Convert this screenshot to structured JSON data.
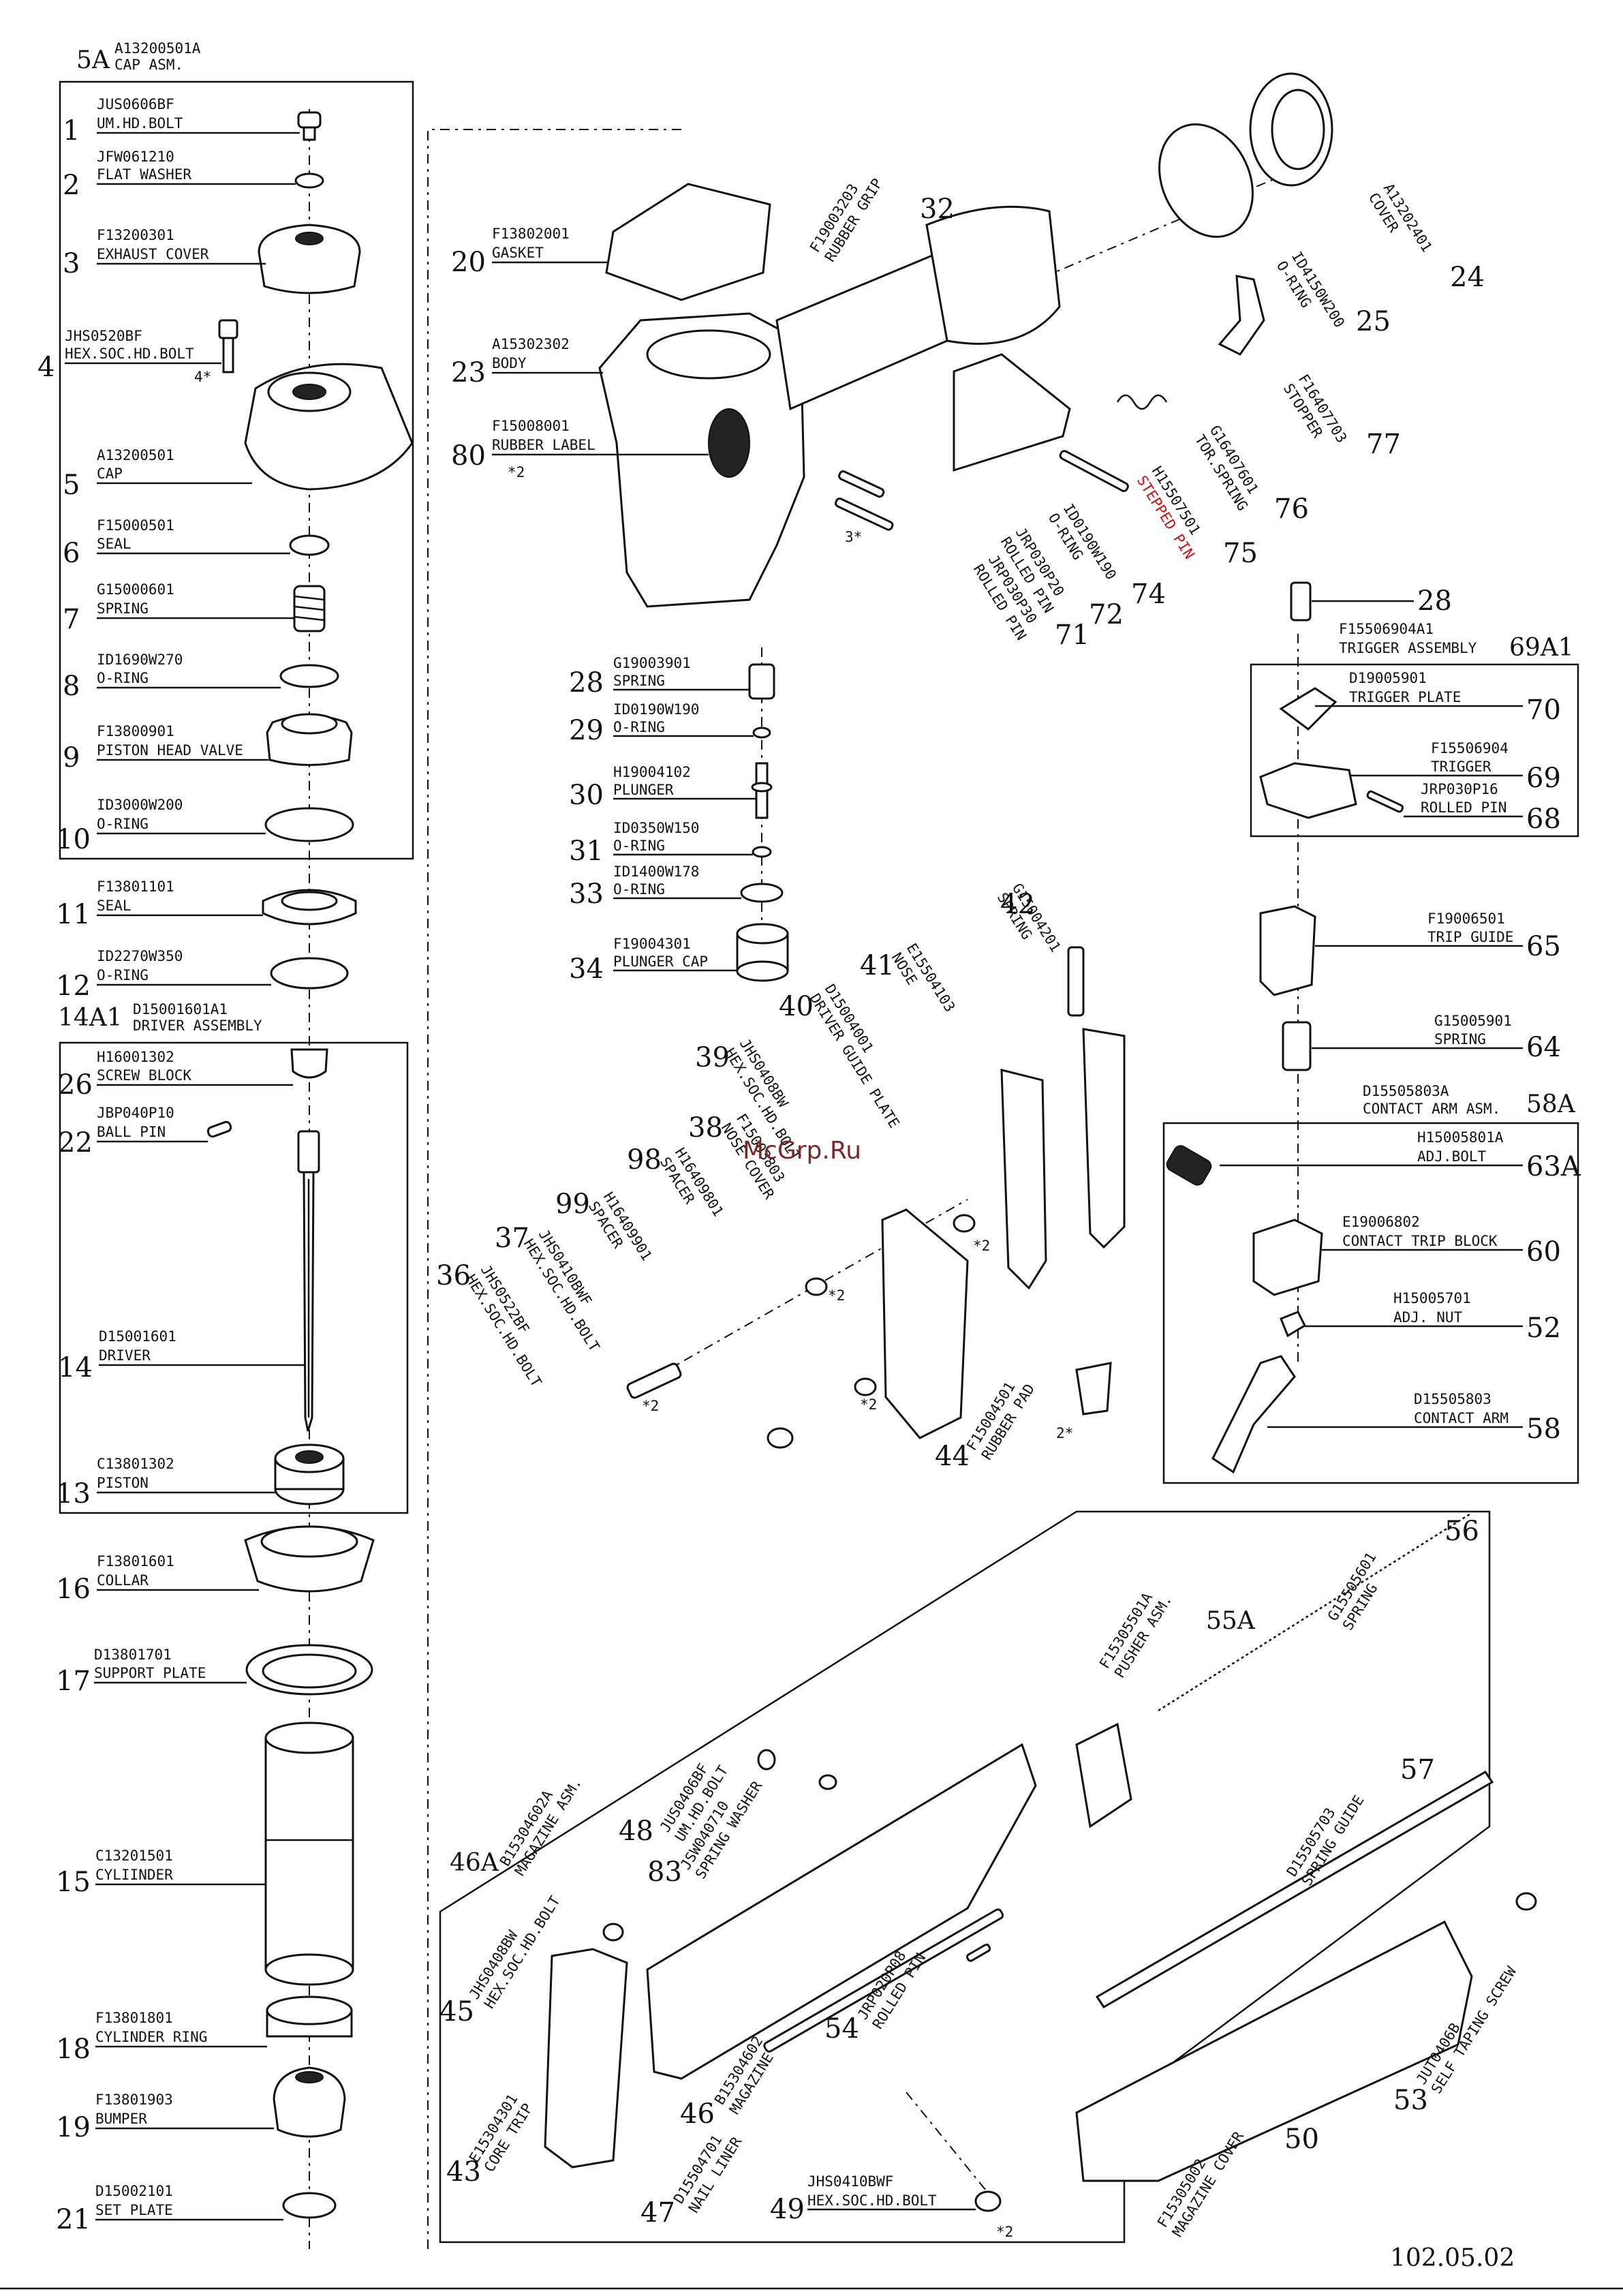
{
  "sheet": {
    "date": "102.05.02",
    "watermark": "McGrp.Ru"
  },
  "assemblies": {
    "cap": {
      "num": "5A",
      "code": "A13200501A",
      "name": "CAP ASM."
    },
    "driver": {
      "num": "14A1",
      "code": "D15001601A1",
      "name": "DRIVER ASSEMBLY"
    },
    "trigger": {
      "num": "69A1",
      "code": "F15506904A1",
      "name": "TRIGGER ASSEMBLY"
    },
    "contact_arm": {
      "num": "58A",
      "code": "D15505803A",
      "name": "CONTACT ARM ASM."
    },
    "pusher": {
      "num": "55A",
      "code": "F15305501A",
      "name": "PUSHER ASM."
    },
    "magazine": {
      "num": "46A",
      "code": "B15304602A",
      "name": "MAGAZINE ASM."
    }
  },
  "parts": [
    {
      "num": "1",
      "code": "JUS0606BF",
      "name": "UM.HD.BOLT"
    },
    {
      "num": "2",
      "code": "JFW061210",
      "name": "FLAT WASHER"
    },
    {
      "num": "3",
      "code": "F13200301",
      "name": "EXHAUST COVER"
    },
    {
      "num": "4",
      "code": "JHS0520BF",
      "name": "HEX.SOC.HD.BOLT",
      "qty": "4*"
    },
    {
      "num": "5",
      "code": "A13200501",
      "name": "CAP"
    },
    {
      "num": "6",
      "code": "F15000501",
      "name": "SEAL"
    },
    {
      "num": "7",
      "code": "G15000601",
      "name": "SPRING"
    },
    {
      "num": "8",
      "code": "ID1690W270",
      "name": "O-RING"
    },
    {
      "num": "9",
      "code": "F13800901",
      "name": "PISTON HEAD VALVE"
    },
    {
      "num": "10",
      "code": "ID3000W200",
      "name": "O-RING"
    },
    {
      "num": "11",
      "code": "F13801101",
      "name": "SEAL"
    },
    {
      "num": "12",
      "code": "ID2270W350",
      "name": "O-RING"
    },
    {
      "num": "26",
      "code": "H16001302",
      "name": "SCREW BLOCK"
    },
    {
      "num": "22",
      "code": "JBP040P10",
      "name": "BALL PIN"
    },
    {
      "num": "14",
      "code": "D15001601",
      "name": "DRIVER"
    },
    {
      "num": "13",
      "code": "C13801302",
      "name": "PISTON"
    },
    {
      "num": "16",
      "code": "F13801601",
      "name": "COLLAR"
    },
    {
      "num": "17",
      "code": "D13801701",
      "name": "SUPPORT PLATE"
    },
    {
      "num": "15",
      "code": "C13201501",
      "name": "CYLIINDER"
    },
    {
      "num": "18",
      "code": "F13801801",
      "name": "CYLINDER RING"
    },
    {
      "num": "19",
      "code": "F13801903",
      "name": "BUMPER"
    },
    {
      "num": "21",
      "code": "D15002101",
      "name": "SET PLATE"
    },
    {
      "num": "20",
      "code": "F13802001",
      "name": "GASKET"
    },
    {
      "num": "23",
      "code": "A15302302",
      "name": "BODY"
    },
    {
      "num": "80",
      "code": "F15008001",
      "name": "RUBBER LABEL",
      "qty": "*2"
    },
    {
      "num": "32",
      "code": "F19003203",
      "name": "RUBBER GRIP"
    },
    {
      "num": "24",
      "code": "A13202401",
      "name": "COVER"
    },
    {
      "num": "25",
      "code": "ID4150W200",
      "name": "O-RING"
    },
    {
      "num": "77",
      "code": "F16407703",
      "name": "STOPPER"
    },
    {
      "num": "76",
      "code": "G16407601",
      "name": "TOR.SPRING"
    },
    {
      "num": "75",
      "code": "H15507501",
      "name": "STEPPED PIN"
    },
    {
      "num": "74",
      "code": "ID0190W190",
      "name": "O-RING"
    },
    {
      "num": "72",
      "code": "JRP030P20",
      "name": "ROLLED PIN"
    },
    {
      "num": "71",
      "code": "JRP030P30",
      "name": "ROLLED PIN"
    },
    {
      "num": "28",
      "code": "G19003901",
      "name": "SPRING"
    },
    {
      "num": "29",
      "code": "ID0190W190",
      "name": "O-RING"
    },
    {
      "num": "30",
      "code": "H19004102",
      "name": "PLUNGER"
    },
    {
      "num": "31",
      "code": "ID0350W150",
      "name": "O-RING"
    },
    {
      "num": "33",
      "code": "ID1400W178",
      "name": "O-RING"
    },
    {
      "num": "34",
      "code": "F19004301",
      "name": "PLUNGER CAP"
    },
    {
      "num": "42",
      "code": "G15004201",
      "name": "SPRING"
    },
    {
      "num": "41",
      "code": "E15504103",
      "name": "NOSE"
    },
    {
      "num": "40",
      "code": "D15004001",
      "name": "DRIVER GUIDE PLATE"
    },
    {
      "num": "39",
      "code": "JHS0408BW",
      "name": "HEX.SOC.HD.BOLT"
    },
    {
      "num": "38",
      "code": "F15003803",
      "name": "NOSE COVER"
    },
    {
      "num": "98",
      "code": "H16409801",
      "name": "SPACER"
    },
    {
      "num": "99",
      "code": "H16409901",
      "name": "SPACER"
    },
    {
      "num": "37",
      "code": "JHS0410BWF",
      "name": "HEX.SOC.HD.BOLT"
    },
    {
      "num": "36",
      "code": "JHS0522BF",
      "name": "HEX.SOC.HD.BOLT"
    },
    {
      "num": "44",
      "code": "F15004501",
      "name": "RUBBER PAD",
      "qty": "2*"
    },
    {
      "num": "70",
      "code": "D19005901",
      "name": "TRIGGER PLATE"
    },
    {
      "num": "69",
      "code": "F15506904",
      "name": "TRIGGER"
    },
    {
      "num": "68",
      "code": "JRP030P16",
      "name": "ROLLED PIN"
    },
    {
      "num": "65",
      "code": "F19006501",
      "name": "TRIP GUIDE"
    },
    {
      "num": "64",
      "code": "G15005901",
      "name": "SPRING"
    },
    {
      "num": "63A",
      "code": "H15005801A",
      "name": "ADJ.BOLT"
    },
    {
      "num": "60",
      "code": "E19006802",
      "name": "CONTACT TRIP BLOCK"
    },
    {
      "num": "52",
      "code": "H15005701",
      "name": "ADJ. NUT"
    },
    {
      "num": "58",
      "code": "D15505803",
      "name": "CONTACT ARM"
    },
    {
      "num": "56",
      "code": "G15505601",
      "name": "SPRING"
    },
    {
      "num": "48",
      "code": "JUS0406BF",
      "name": "UM.HD.BOLT"
    },
    {
      "num": "83",
      "code": "JSW040710",
      "name": "SPRING WASHER"
    },
    {
      "num": "57",
      "code": "D15505703",
      "name": "SPRING GUIDE"
    },
    {
      "num": "45",
      "code": "JHS0408BW",
      "name": "HEX.SOC.HD.BOLT"
    },
    {
      "num": "54",
      "code": "JRP020P08",
      "name": "ROLLED PIN"
    },
    {
      "num": "46",
      "code": "B15304602",
      "name": "MAGAZINE"
    },
    {
      "num": "43",
      "code": "E15304301",
      "name": "CORE TRIP"
    },
    {
      "num": "47",
      "code": "D15504701",
      "name": "NAIL LINER"
    },
    {
      "num": "49",
      "code": "JHS0410BWF",
      "name": "HEX.SOC.HD.BOLT",
      "qty": "*2"
    },
    {
      "num": "50",
      "code": "F15305002",
      "name": "MAGAZINE COVER"
    },
    {
      "num": "53",
      "code": "JUT0406B",
      "name": "SELF TAPING SCREW"
    }
  ],
  "extra_marks": {
    "q28b": "28",
    "q3star": "3*",
    "q2a": "*2",
    "q2b": "*2",
    "q2c": "*2",
    "q2d": "*2"
  },
  "colors": {
    "ink": "#111111",
    "highlight": "#d01010",
    "paper": "#ffffff"
  }
}
